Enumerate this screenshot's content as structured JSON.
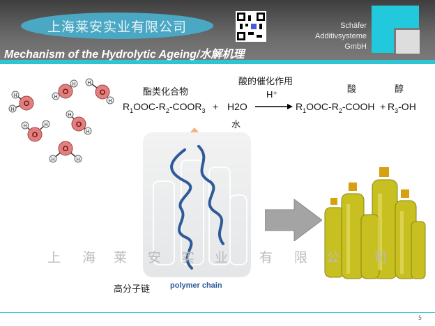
{
  "header": {
    "company_cn": "上海莱安实业有限公司",
    "title": "Mechanism of the Hydrolytic Ageing/水解机理",
    "company_en": [
      "Schäfer",
      "Additivsysteme",
      "GmbH"
    ]
  },
  "reaction": {
    "catalysis": "酸的催化作用",
    "ester_label": "酯类化合物",
    "acid_label": "酸",
    "alcohol_label": "醇",
    "catalyst": "H⁺",
    "water_label": "水",
    "plus": "+",
    "reactant1": [
      "R",
      "1",
      "OOC-R",
      "2",
      "-COOR",
      "3"
    ],
    "reactant2": "H2O",
    "product1": [
      "R",
      "1",
      "OOC-R",
      "2",
      "-COOH"
    ],
    "product2": [
      "R",
      "3",
      "-OH"
    ]
  },
  "water": {
    "oxygen": "O",
    "hydrogen": "H"
  },
  "polymer": {
    "label_cn": "高分子链",
    "label_en": "polymer chain"
  },
  "watermark": [
    "上",
    "海",
    "莱",
    "安",
    "实",
    "业",
    "有",
    "限",
    "公",
    "司"
  ],
  "page_number": "5",
  "colors": {
    "accent": "#2ec4d4",
    "chain": "#2f5a9a",
    "oxygen": "#e08080"
  }
}
